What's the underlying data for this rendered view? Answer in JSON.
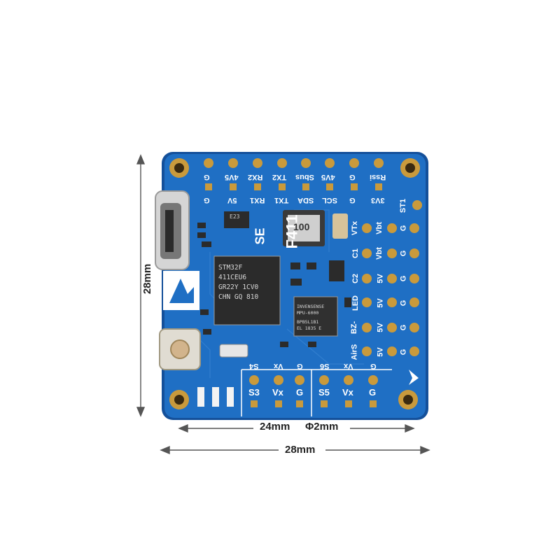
{
  "dimensions": {
    "height_label": "28mm",
    "hole_spacing_label": "24mm",
    "hole_diameter_label": "Φ2mm",
    "width_label": "28mm"
  },
  "board": {
    "model_silkscreen": "F411",
    "model_suffix_silkscreen": "SE",
    "inductor_label": "100",
    "mcu_marking": [
      "STM32F",
      "411CEU6",
      "GR22Y 1CV0",
      "CHN GQ 810"
    ],
    "imu_marking": [
      "INVENSENSE",
      "MPU-6000",
      "BPB5L1B1",
      "EL 1835 E"
    ],
    "small_ic_marking": "E23",
    "colors": {
      "pcb": "#1f6fc4",
      "pcb_edge": "#14509a",
      "pad": "#c99a3c",
      "chip": "#2b2b2b",
      "silk": "#ffffff"
    }
  },
  "pin_labels": {
    "top_row_1": [
      "G",
      "4V5",
      "RX2",
      "TX2",
      "Sbus",
      "4V5",
      "G",
      "Rssi"
    ],
    "top_row_2": [
      "G",
      "5V",
      "RX1",
      "TX1",
      "SDA",
      "SCL",
      "G",
      "3V3"
    ],
    "right_col_a": [
      "VTx",
      "C1",
      "C2",
      "LED",
      "BZ-",
      "AirS"
    ],
    "right_col_b": [
      "Vbt",
      "Vbt",
      "5V",
      "5V",
      "5V",
      "5V"
    ],
    "right_col_c": [
      "G",
      "G",
      "G",
      "G",
      "G",
      "G"
    ],
    "right_extra": "ST1",
    "bottom_left_top": [
      "S4",
      "Vx",
      "G"
    ],
    "bottom_left_bottom": [
      "S3",
      "Vx",
      "G"
    ],
    "bottom_right_top": [
      "S6",
      "Vx",
      "G"
    ],
    "bottom_right_bottom": [
      "S5",
      "Vx",
      "G"
    ]
  }
}
